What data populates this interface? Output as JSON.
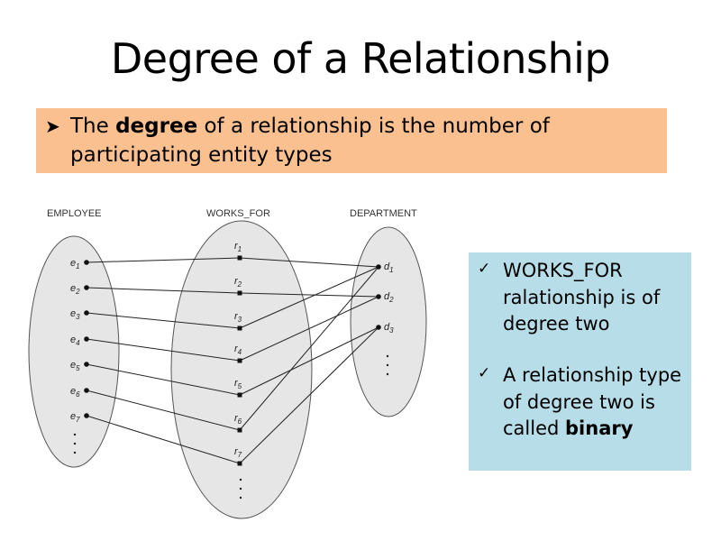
{
  "slide": {
    "title": "Degree of a Relationship",
    "definition": {
      "bullet_icon": "arrow-bullet-icon",
      "prefix": "The ",
      "bold": "degree",
      "suffix": " of a relationship is the number of participating entity types",
      "background": "#fac090"
    },
    "notes": {
      "background": "#b7dde8",
      "items": [
        {
          "icon": "check-icon",
          "text": "WORKS_FOR ralationship is of degree two",
          "bold": ""
        },
        {
          "icon": "check-icon",
          "text": "A relationship type of degree two is called ",
          "bold": "binary"
        }
      ]
    }
  },
  "diagram": {
    "entity_sets": [
      {
        "name": "EMPLOYEE",
        "members": [
          "e1",
          "e2",
          "e3",
          "e4",
          "e5",
          "e6",
          "e7"
        ]
      },
      {
        "name": "WORKS_FOR",
        "members": [
          "r1",
          "r2",
          "r3",
          "r4",
          "r5",
          "r6",
          "r7"
        ]
      },
      {
        "name": "DEPARTMENT",
        "members": [
          "d1",
          "d2",
          "d3"
        ]
      }
    ],
    "links": [
      [
        "e1",
        "r1",
        "d1"
      ],
      [
        "e2",
        "r2",
        "d2"
      ],
      [
        "e3",
        "r3",
        "d1"
      ],
      [
        "e4",
        "r4",
        "d2"
      ],
      [
        "e5",
        "r5",
        "d3"
      ],
      [
        "e6",
        "r6",
        "d1"
      ],
      [
        "e7",
        "r7",
        "d3"
      ]
    ]
  }
}
